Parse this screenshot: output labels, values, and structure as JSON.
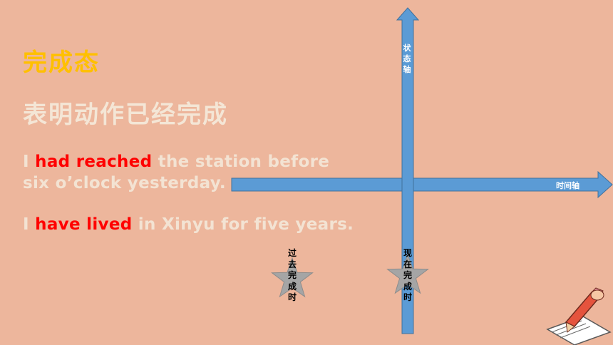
{
  "slide": {
    "title": "完成态",
    "subtitle": "表明动作已经完成",
    "sentence1": {
      "pre": "I ",
      "highlight": "had reached",
      "post": " the station before six o’clock yesterday."
    },
    "sentence2": {
      "pre": "I ",
      "highlight": "have lived",
      "post": " in Xinyu for five years."
    },
    "vertical_axis_label": "状态轴",
    "horizontal_axis_label": "时间轴",
    "past_label": "过去完成时",
    "present_label": "现在完成时"
  },
  "colors": {
    "background": "#EDB69C",
    "title": "#FFC000",
    "text": "#F3E3D3",
    "highlight": "#FF0000",
    "axis": "#5B9BD5",
    "star": "#A5A5A5"
  },
  "icons": {
    "star": "star-icon",
    "decoration": "pencil-book-icon"
  }
}
